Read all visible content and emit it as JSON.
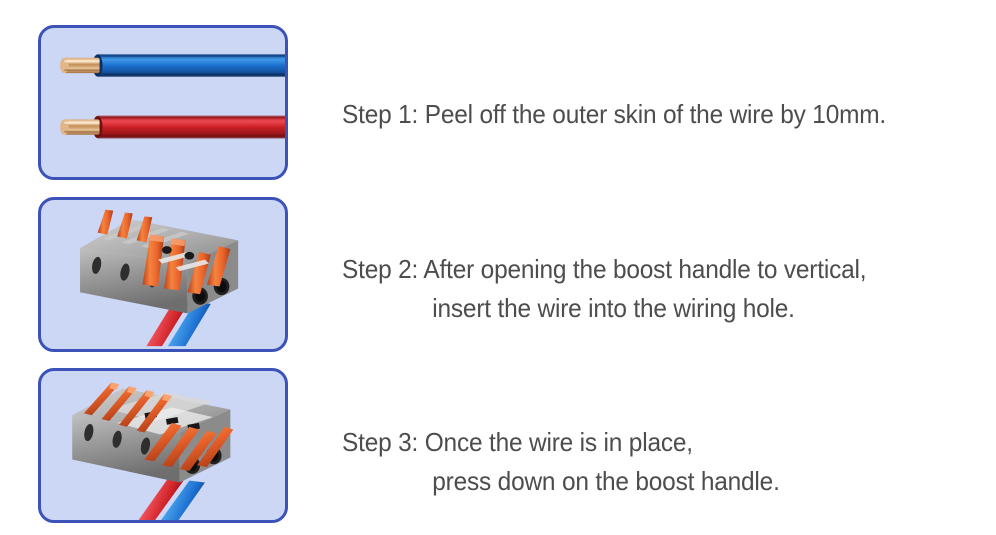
{
  "colors": {
    "page_background": "#ffffff",
    "panel_fill": "#ccd6f5",
    "panel_border": "#3b52b8",
    "text": "#4d4d4d",
    "wire_blue": "#1b6fd0",
    "wire_blue_light": "#3f9ae8",
    "wire_blue_dark": "#134a93",
    "wire_red": "#cc2025",
    "wire_red_light": "#ef4a52",
    "wire_red_dark": "#8e1417",
    "copper": "#c8935e",
    "copper_light": "#f0cfa8",
    "connector_gray": "#9a9a9a",
    "connector_gray_light": "#c6c6c6",
    "connector_gray_dark": "#6f6f6f",
    "lever_orange": "#e8622a",
    "lever_orange_light": "#f58b4c",
    "lever_orange_dark": "#b9411a",
    "hole_dark": "#2a2a2a"
  },
  "panels": [
    {
      "id": "panel-1",
      "name": "stripped-wires-illustration",
      "caption": "Two wires, blue and red, with 10mm of outer insulation stripped exposing copper conductor"
    },
    {
      "id": "panel-2",
      "name": "connector-levers-open-illustration",
      "caption": "Gray lever wire connector with orange levers raised vertical and two wires inserted into the wiring holes"
    },
    {
      "id": "panel-3",
      "name": "connector-levers-closed-illustration",
      "caption": "Gray lever wire connector with orange levers pressed down clamping the inserted wires"
    }
  ],
  "steps": [
    {
      "id": "step-1",
      "number": "Step 1",
      "lines": [
        "Step 1: Peel off the outer skin of the wire by 10mm."
      ]
    },
    {
      "id": "step-2",
      "number": "Step 2",
      "lines": [
        "Step 2: After opening the boost handle to vertical,",
        "insert the wire into the wiring hole."
      ]
    },
    {
      "id": "step-3",
      "number": "Step 3",
      "lines": [
        "Step 3: Once the wire is in place,",
        "press down on the boost handle."
      ]
    }
  ]
}
